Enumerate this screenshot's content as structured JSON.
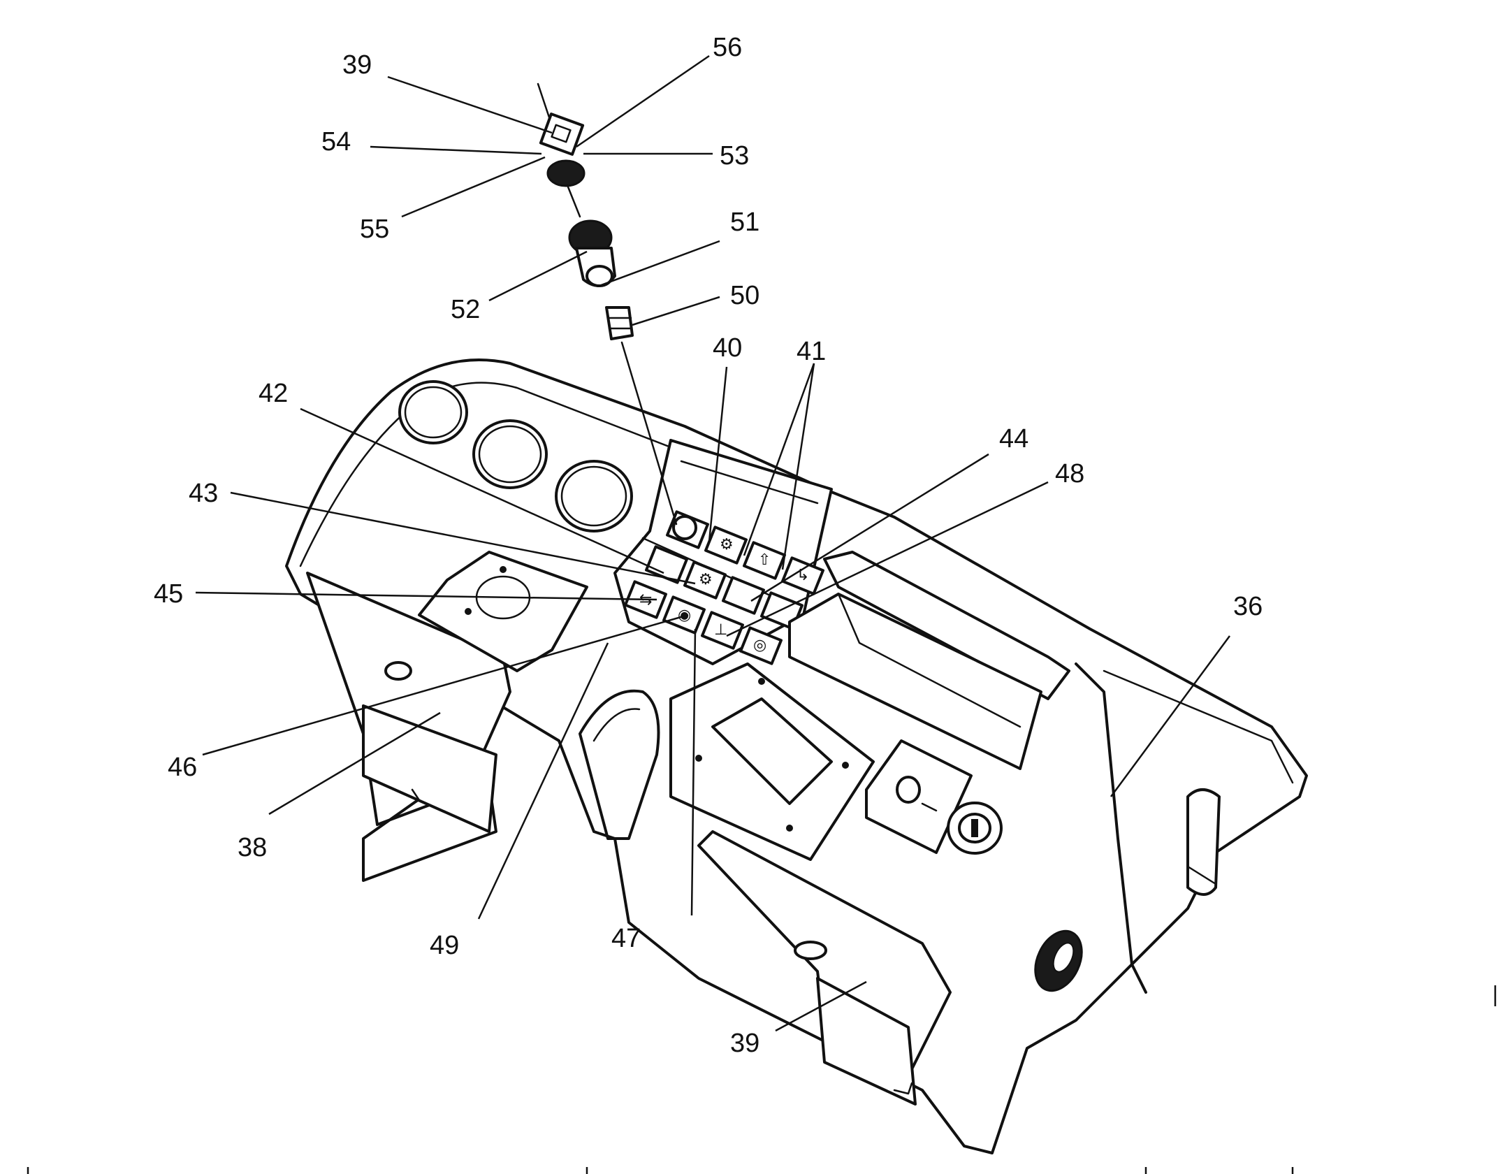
{
  "callouts": [
    {
      "id": "c39-top",
      "label": "39"
    },
    {
      "id": "c56",
      "label": "56"
    },
    {
      "id": "c54",
      "label": "54"
    },
    {
      "id": "c53",
      "label": "53"
    },
    {
      "id": "c55",
      "label": "55"
    },
    {
      "id": "c51",
      "label": "51"
    },
    {
      "id": "c52",
      "label": "52"
    },
    {
      "id": "c50",
      "label": "50"
    },
    {
      "id": "c40",
      "label": "40"
    },
    {
      "id": "c41",
      "label": "41"
    },
    {
      "id": "c42",
      "label": "42"
    },
    {
      "id": "c44",
      "label": "44"
    },
    {
      "id": "c43",
      "label": "43"
    },
    {
      "id": "c48",
      "label": "48"
    },
    {
      "id": "c45",
      "label": "45"
    },
    {
      "id": "c36",
      "label": "36"
    },
    {
      "id": "c46",
      "label": "46"
    },
    {
      "id": "c38",
      "label": "38"
    },
    {
      "id": "c49",
      "label": "49"
    },
    {
      "id": "c47",
      "label": "47"
    },
    {
      "id": "c39-bottom",
      "label": "39"
    }
  ]
}
